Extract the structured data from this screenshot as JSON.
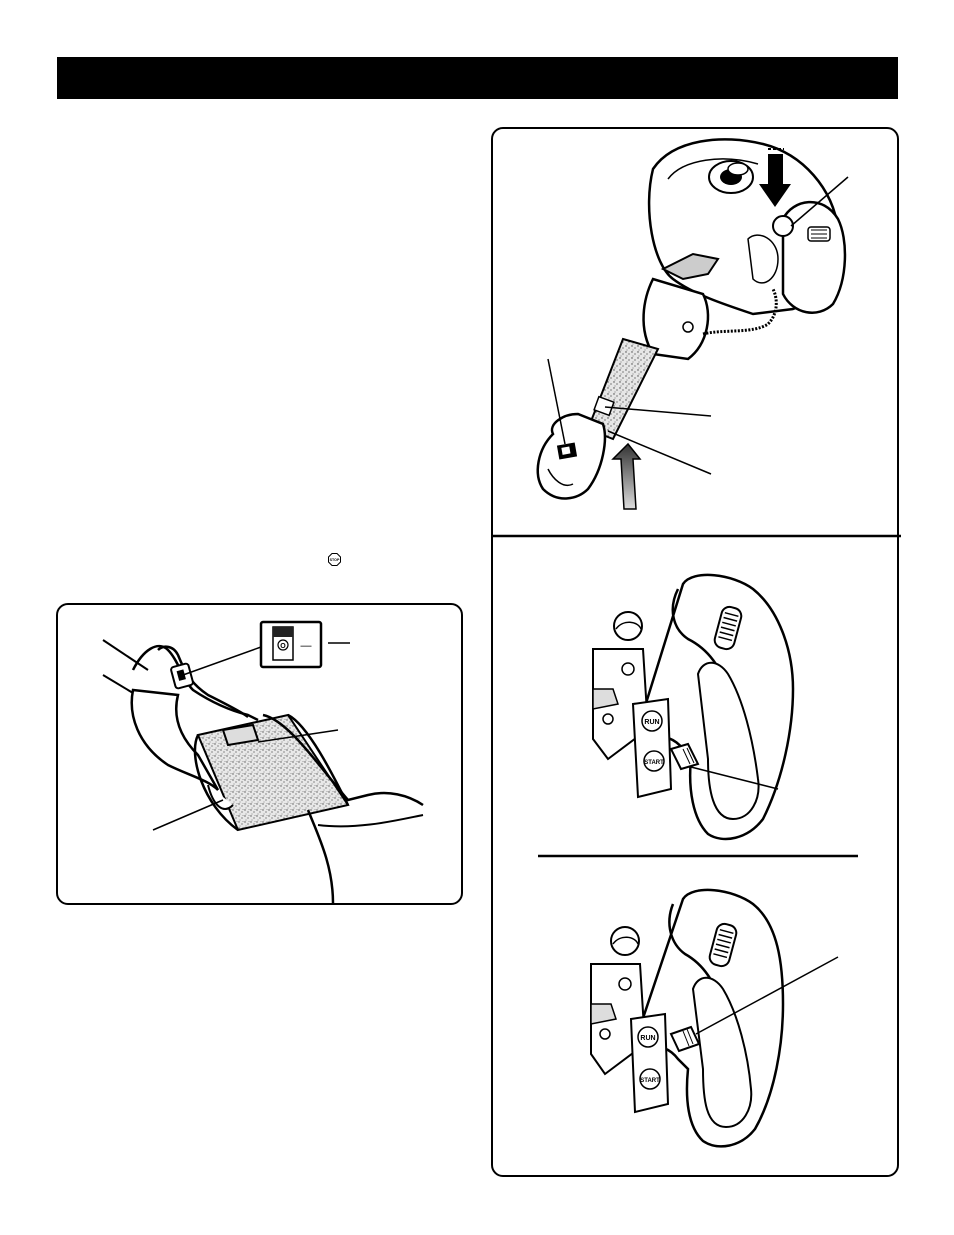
{
  "header": {
    "title": ""
  },
  "stop_icon": {
    "label": "STOP"
  },
  "switch_figure": {
    "switch_symbol": "O",
    "switch_dash": "—"
  },
  "choke_figure_top": {
    "run_label": "RUN",
    "start_label": "START"
  },
  "choke_figure_bottom": {
    "run_label": "RUN",
    "start_label": "START"
  }
}
